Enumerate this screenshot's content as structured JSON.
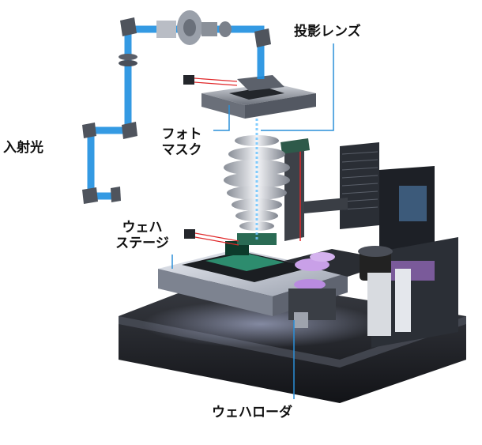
{
  "labels": {
    "projection_lens": "投影レンズ",
    "photomask_line1": "フォト",
    "photomask_line2": "マスク",
    "incident_light": "入射光",
    "wafer_stage_line1": "ウェハ",
    "wafer_stage_line2": "ステージ",
    "wafer_loader": "ウェハローダ"
  },
  "colors": {
    "beam": "#1e8fe0",
    "leader": "#2a8fd8",
    "laser": "#e0282a",
    "machine_dark": "#1c1f24",
    "stage_light": "#c9cdd6",
    "wafer": "#c9a0e8"
  }
}
